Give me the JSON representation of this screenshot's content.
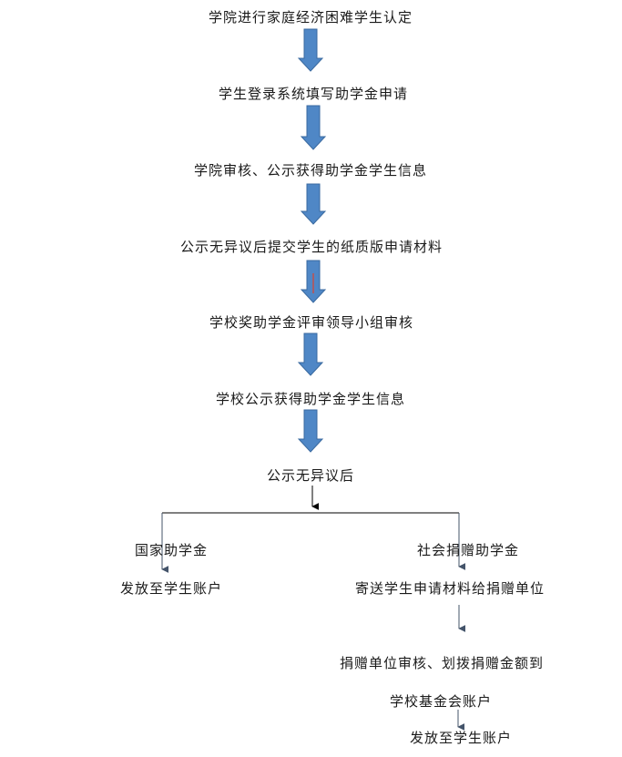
{
  "flow": {
    "steps": [
      "学院进行家庭经济困难学生认定",
      "学生登录系统填写助学金申请",
      "学院审核、公示获得助学金学生信息",
      "公示无异议后提交学生的纸质版申请材料",
      "学校奖助学金评审领导小组审核",
      "学校公示获得助学金学生信息",
      "公示无异议后"
    ],
    "left_branch": {
      "title": "国家助学金",
      "step1": "发放至学生账户"
    },
    "right_branch": {
      "title": "社会捐赠助学金",
      "step1": "寄送学生申请材料给捐赠单位",
      "step2": "捐赠单位审核、划拨捐赠金额到",
      "step2_cont": "学校基金会账户",
      "step3": "发放至学生账户"
    }
  },
  "colors": {
    "block_arrow_fill": "#4f87c6",
    "block_arrow_stroke": "#3a6aa0",
    "thin_arrow": "#44546a",
    "line": "#000000"
  }
}
